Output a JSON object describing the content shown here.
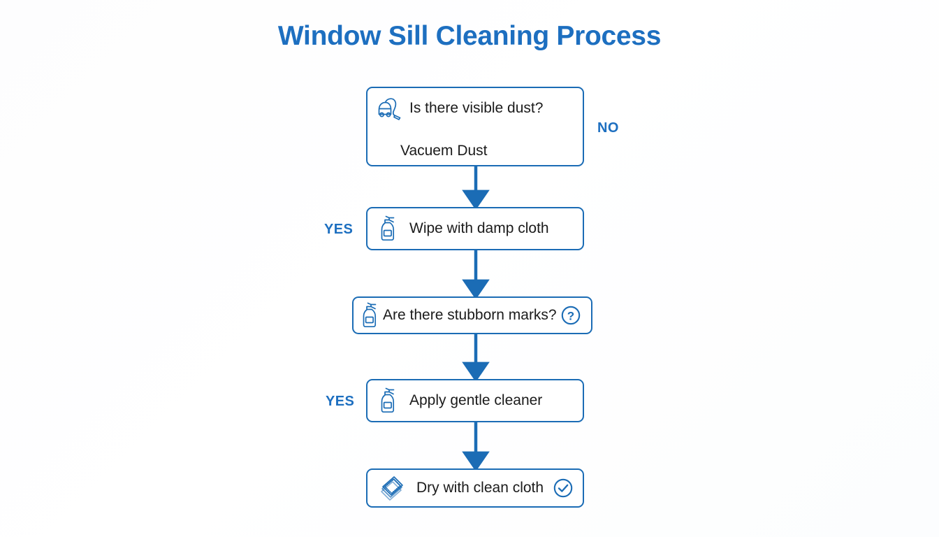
{
  "page": {
    "title": "Window Sill Cleaning Process",
    "background_color": "#fefefe",
    "accent_color": "#1d6fc0",
    "node_border_color": "#1b6cb5",
    "arrow_color": "#1b6cb5",
    "text_color": "#1b1b1b"
  },
  "flow": {
    "nodes": [
      {
        "id": "node1",
        "type": "decision",
        "icon": "vacuum-cleaner-icon",
        "label": "Is there visible dust?",
        "sublabel": "Vacuem Dust",
        "trailing_icon": null
      },
      {
        "id": "node2",
        "type": "process",
        "icon": "spray-bottle-icon",
        "label": "Wipe with damp cloth",
        "sublabel": null,
        "trailing_icon": null
      },
      {
        "id": "node3",
        "type": "decision",
        "icon": "spray-bottle-icon",
        "label": "Are there stubborn marks?",
        "sublabel": null,
        "trailing_icon": "question-circle-icon"
      },
      {
        "id": "node4",
        "type": "process",
        "icon": "spray-bottle-icon",
        "label": "Apply gentle cleaner",
        "sublabel": null,
        "trailing_icon": null
      },
      {
        "id": "node5",
        "type": "terminal",
        "icon": "folded-cloth-icon",
        "label": "Dry with clean cloth",
        "sublabel": null,
        "trailing_icon": "check-circle-icon"
      }
    ],
    "branch_labels": [
      {
        "id": "label-no",
        "text": "NO",
        "attached_to": "node1",
        "side": "right"
      },
      {
        "id": "label-yes1",
        "text": "YES",
        "attached_to": "node2",
        "side": "left"
      },
      {
        "id": "label-yes2",
        "text": "YES",
        "attached_to": "node4",
        "side": "left"
      }
    ],
    "connectors": [
      {
        "from": "node1",
        "to": "node2",
        "style": "arrow-down"
      },
      {
        "from": "node2",
        "to": "node3",
        "style": "arrow-down"
      },
      {
        "from": "node3",
        "to": "node4",
        "style": "arrow-down"
      },
      {
        "from": "node4",
        "to": "node5",
        "style": "arrow-down"
      }
    ]
  }
}
